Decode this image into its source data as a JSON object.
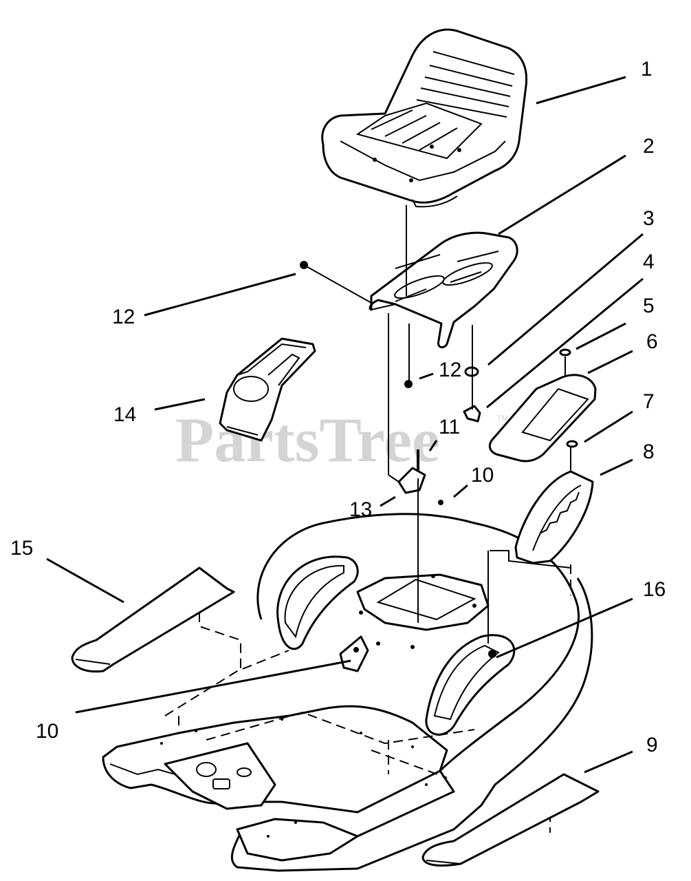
{
  "watermark": {
    "brand": "PartsTree",
    "trademark": "TM"
  },
  "callouts": [
    "1",
    "2",
    "3",
    "4",
    "5",
    "6",
    "7",
    "8",
    "9",
    "10",
    "10",
    "11",
    "12",
    "12",
    "13",
    "14",
    "15",
    "16"
  ]
}
